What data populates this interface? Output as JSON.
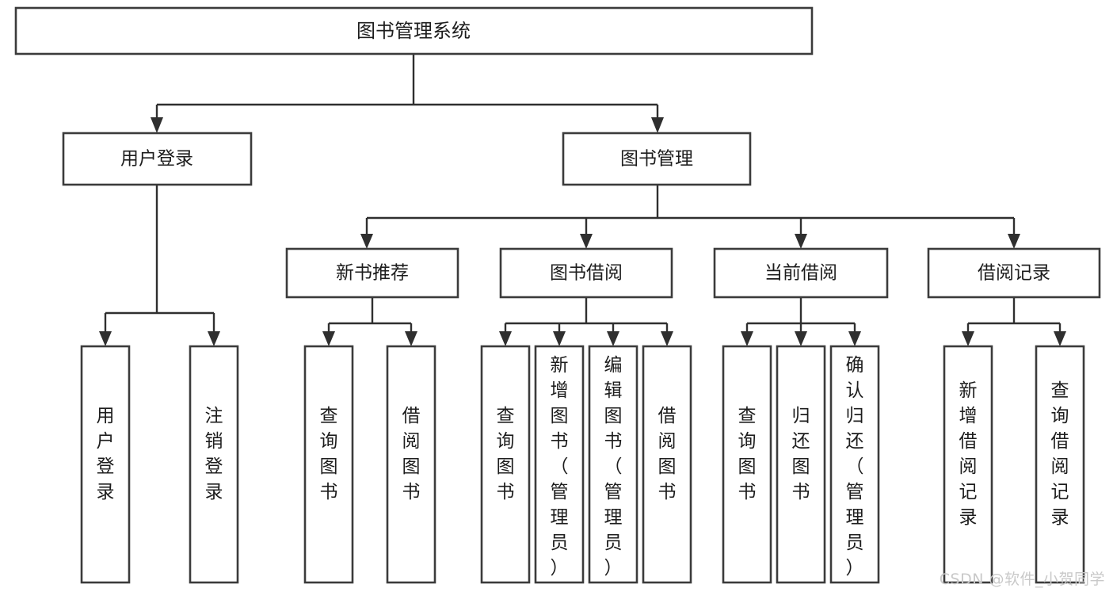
{
  "diagram": {
    "type": "tree-hierarchy",
    "title": "图书管理系统",
    "watermark": "CSDN @软件_小贺同学",
    "colors": {
      "box_stroke": "#3b3b3b",
      "box_fill": "#ffffff",
      "edge": "#2f2f2f",
      "text": "#1d1d1d",
      "watermark": "#c9c9c9",
      "background": "#ffffff"
    },
    "levels": {
      "root": {
        "label": "图书管理系统"
      },
      "level2": [
        {
          "label": "用户登录"
        },
        {
          "label": "图书管理"
        }
      ],
      "level3": [
        {
          "label": "新书推荐"
        },
        {
          "label": "图书借阅"
        },
        {
          "label": "当前借阅"
        },
        {
          "label": "借阅记录"
        }
      ],
      "leaves": {
        "user_login": [
          {
            "label": "用户登录"
          },
          {
            "label": "注销登录"
          }
        ],
        "new_book_recommend": [
          {
            "label": "查询图书"
          },
          {
            "label": "借阅图书"
          }
        ],
        "book_borrow": [
          {
            "label": "查询图书"
          },
          {
            "label": "新增图书（管理员）"
          },
          {
            "label": "编辑图书（管理员）"
          },
          {
            "label": "借阅图书"
          }
        ],
        "current_borrow": [
          {
            "label": "查询图书"
          },
          {
            "label": "归还图书"
          },
          {
            "label": "确认归还（管理员）"
          }
        ],
        "borrow_record": [
          {
            "label": "新增借阅记录"
          },
          {
            "label": "查询借阅记录"
          }
        ]
      }
    }
  }
}
